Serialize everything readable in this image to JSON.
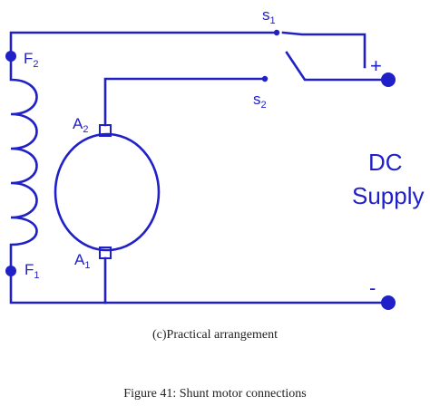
{
  "labels": {
    "f2": "F",
    "f2_sub": "2",
    "f1": "F",
    "f1_sub": "1",
    "a2": "A",
    "a2_sub": "2",
    "a1": "A",
    "a1_sub": "1",
    "s1": "s",
    "s1_sub": "1",
    "s2": "s",
    "s2_sub": "2",
    "plus": "+",
    "minus": "-",
    "dc_line1": "DC",
    "dc_line2": "Supply"
  },
  "captions": {
    "sub_caption": "(c)Practical arrangement",
    "figure_caption": "Figure 41: Shunt motor connections"
  },
  "colors": {
    "circuit": "#2020c8",
    "caption": "#222222"
  }
}
